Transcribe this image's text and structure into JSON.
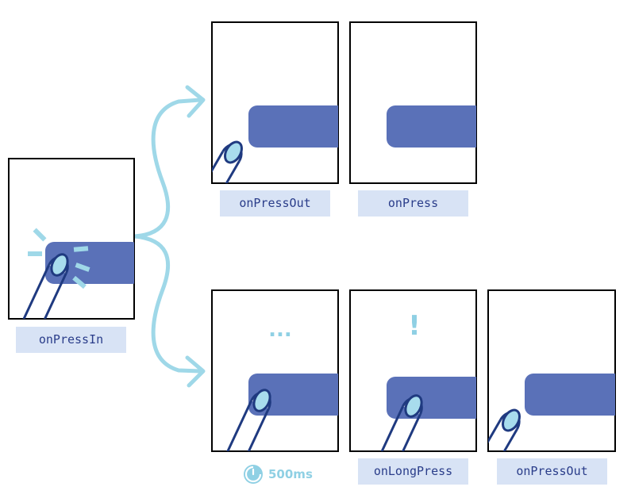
{
  "labels": {
    "press_in": "onPressIn",
    "press_out_top": "onPressOut",
    "press": "onPress",
    "long_press": "onLongPress",
    "press_out_bottom": "onPressOut"
  },
  "indicators": {
    "waiting": "...",
    "alert": "!"
  },
  "timer": {
    "label": "500ms",
    "icon": "stopwatch-icon"
  },
  "colors": {
    "button": "#5a71b8",
    "arrow": "#9fd8e8",
    "finger_fill": "#a8dced",
    "finger_stroke": "#1f3a80",
    "label_bg": "#d8e3f5",
    "label_text": "#2a3d8a",
    "indicator": "#8fd0e4"
  }
}
